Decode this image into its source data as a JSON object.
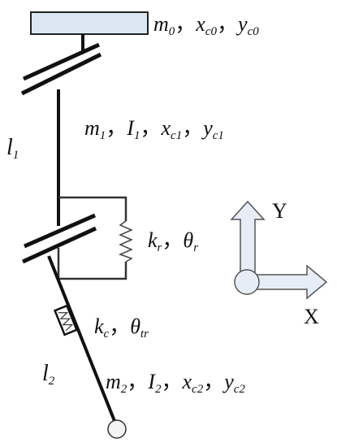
{
  "labels": {
    "top_mass": {
      "m": "m",
      "m_sub": "0",
      "sep1": "，",
      "x": "x",
      "x_sub": "c0",
      "sep2": "，",
      "y": "y",
      "y_sub": "c0"
    },
    "link1_props": {
      "m": "m",
      "m_sub": "1",
      "sep1": "，",
      "I": "I",
      "I_sub": "1",
      "sep2": "，",
      "x": "x",
      "x_sub": "c1",
      "sep3": "，",
      "y": "y",
      "y_sub": "c1"
    },
    "l1": {
      "l": "l",
      "l_sub": "1"
    },
    "spring_r": {
      "k": "k",
      "k_sub": "r",
      "sep": "，",
      "theta": "θ",
      "theta_sub": "r"
    },
    "spring_c": {
      "k": "k",
      "k_sub": "c",
      "sep": "，",
      "theta": "θ",
      "theta_sub": "tr"
    },
    "l2": {
      "l": "l",
      "l_sub": "2"
    },
    "link2_props": {
      "m": "m",
      "m_sub": "2",
      "sep1": "，",
      "I": "I",
      "I_sub": "2",
      "sep2": "，",
      "x": "x",
      "x_sub": "c2",
      "sep3": "，",
      "y": "y",
      "y_sub": "c2"
    },
    "axis_y": "Y",
    "axis_x": "X"
  },
  "colors": {
    "line": "#111111",
    "block_fill": "#dde6f3",
    "arrow_fill": "#e6edf7",
    "arrow_stroke": "#555555",
    "spring": "#444444"
  }
}
